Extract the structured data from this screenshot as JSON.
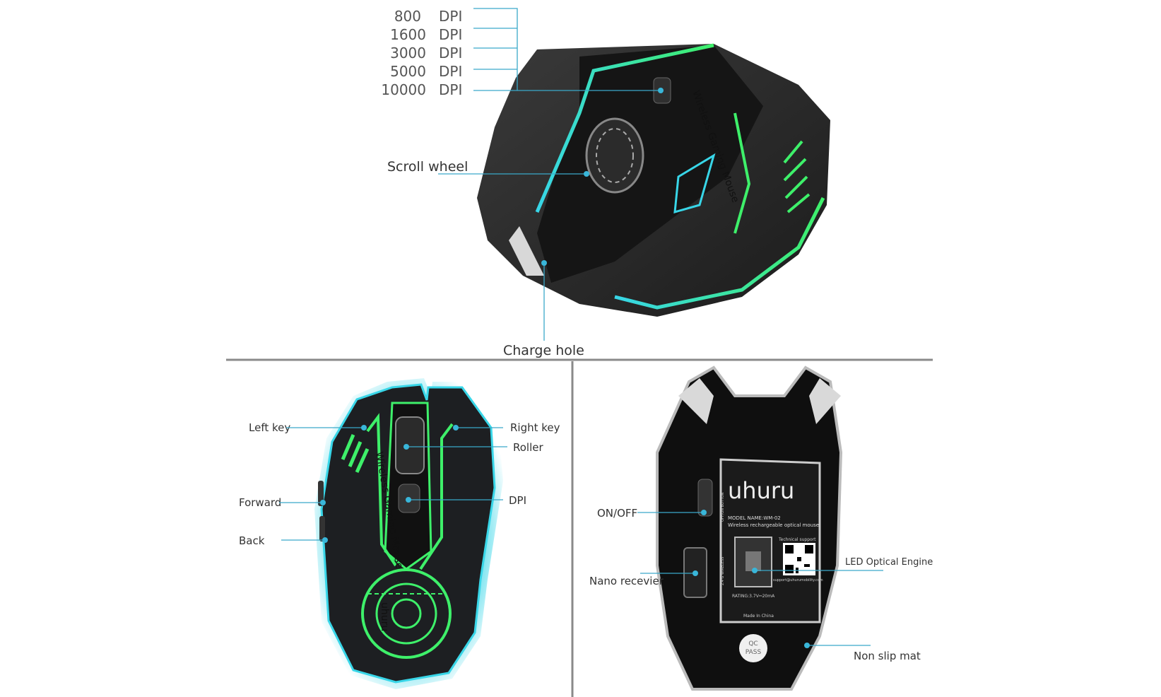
{
  "top_panel": {
    "dpi_levels": [
      {
        "value": "800",
        "unit": "DPI"
      },
      {
        "value": "1600",
        "unit": "DPI"
      },
      {
        "value": "3000",
        "unit": "DPI"
      },
      {
        "value": "5000",
        "unit": "DPI"
      },
      {
        "value": "10000",
        "unit": "DPI"
      }
    ],
    "scroll_wheel_label": "Scroll wheel",
    "charge_hole_label": "Charge hole",
    "mouse_side_text": "Wireless Gaming Mouse"
  },
  "bottom_left": {
    "left_key": "Left key",
    "right_key": "Right key",
    "roller": "Roller",
    "dpi": "DPI",
    "forward": "Forward",
    "back": "Back",
    "mouse_side_text": "Wireless Gaming Mouse",
    "logo_text": "uhuru"
  },
  "bottom_right": {
    "on_off": "ON/OFF",
    "nano_receiver": "Nano recevier",
    "led_engine": "LED Optical Engine",
    "non_slip": "Non slip mat",
    "sticker": {
      "brand": "uhuru",
      "model": "MODEL NAME:WM-02",
      "desc": "Wireless rechargeable optical mouse",
      "tech": "Technical support",
      "rating": "RATING:3.7V⎓20mA",
      "email": "support@uhurumobility.com",
      "made": "Made In China",
      "onoff_vert": "OFF/ON BUTTON",
      "wireless_vert": "2.4 G WIRELESS"
    },
    "qc": [
      "QC",
      "PASS"
    ]
  },
  "colors": {
    "accent_cyan": "#38d6e8",
    "accent_green": "#3ef06a",
    "divider": "#8a8a8a",
    "body": "#262626"
  }
}
